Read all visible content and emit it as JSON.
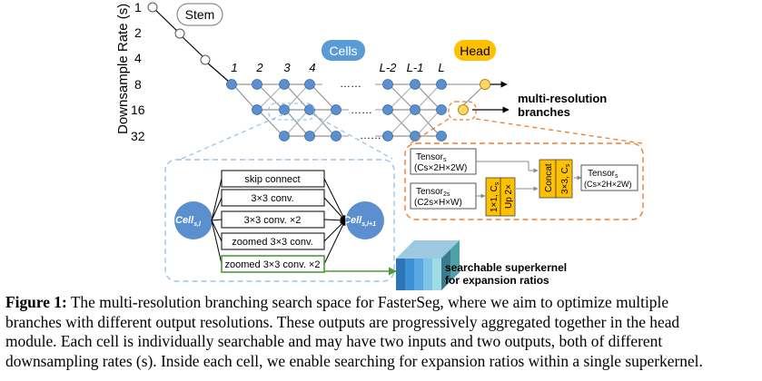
{
  "figure": {
    "y_axis_title": "Downsample Rate (s)",
    "rates": [
      "1",
      "2",
      "4",
      "8",
      "16",
      "32"
    ],
    "stem_label": "Stem",
    "cells_label": "Cells",
    "head_label": "Head",
    "cell_indices": [
      "1",
      "2",
      "3",
      "4",
      "L-2",
      "L-1",
      "L"
    ],
    "ellipsis": "……",
    "branches_label": [
      "multi-resolution",
      "branches"
    ],
    "ops": [
      "skip connect",
      "3×3 conv.",
      "3×3 conv. ×2",
      "zoomed 3×3 conv.",
      "zoomed 3×3 conv. ×2"
    ],
    "cell_in": "Cell",
    "cell_in_sub": "s,l",
    "cell_out": "Cell",
    "cell_out_sub": "s,l+1",
    "superkernel_label": [
      "searchable superkernel",
      "for expansion ratios"
    ],
    "tensor_s": {
      "name": "Tensor",
      "sub": "s",
      "dims": "(Cs×2H×2W)"
    },
    "tensor_2s": {
      "name": "Tensor",
      "sub": "2s",
      "dims": "(C2s×H×W)"
    },
    "conv1x1": "1×1, C",
    "conv1x1_sub": "s",
    "upsample": "Up 2×",
    "concat": "Concat",
    "conv3x3": "3×3, C",
    "conv3x3_sub": "s",
    "tensor_out": {
      "name": "Tensor",
      "sub": "s",
      "dims": "(Cs×2H×2W)"
    },
    "colors": {
      "node_blue": "#5b8fcf",
      "node_yellow": "#ffd966",
      "cells_badge": "#5b9bd5",
      "head_badge": "#ffc000",
      "dashed_blue": "#9dc3e6",
      "dashed_orange": "#ed7d31",
      "green_arrow": "#4c9b3a"
    }
  },
  "caption": {
    "label": "Figure 1:",
    "lines": [
      " The multi-resolution branching search space for FasterSeg, where we aim to optimize multiple",
      "branches with different output resolutions.  These outputs are progressively aggregated together in the head",
      "module.  Each cell is individually searchable and may have two inputs and two outputs, both of different",
      "downsampling rates (s). Inside each cell, we enable searching for expansion ratios within a single superkernel."
    ]
  }
}
